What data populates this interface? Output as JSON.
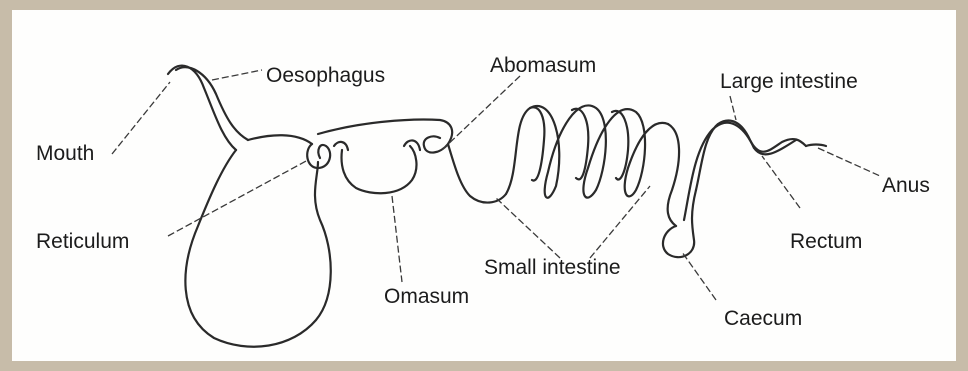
{
  "diagram": {
    "labels": {
      "mouth": "Mouth",
      "oesophagus": "Oesophagus",
      "abomasum": "Abomasum",
      "large_intestine": "Large intestine",
      "anus": "Anus",
      "reticulum": "Reticulum",
      "omasum": "Omasum",
      "small_intestine": "Small intestine",
      "rectum": "Rectum",
      "caecum": "Caecum"
    }
  }
}
